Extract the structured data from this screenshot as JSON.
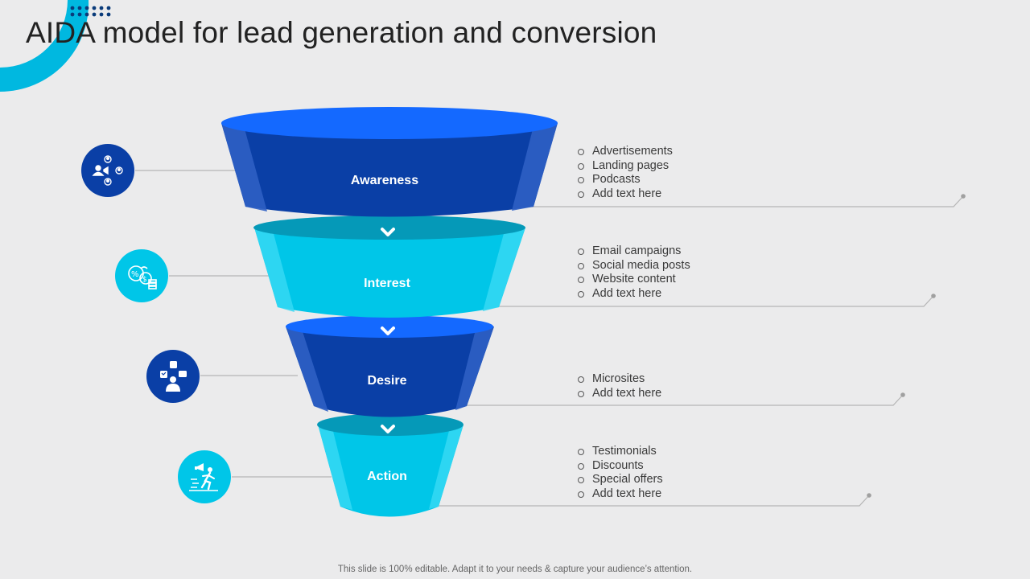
{
  "title": "AIDA model for lead generation and conversion",
  "stages": [
    {
      "label": "Awareness",
      "icon": "users-network-icon",
      "items": [
        "Advertisements",
        "Landing pages",
        "Podcasts",
        "Add text here"
      ]
    },
    {
      "label": "Interest",
      "icon": "money-bag-percent-icon",
      "items": [
        "Email campaigns",
        "Social media posts",
        "Website content",
        "Add text here"
      ]
    },
    {
      "label": "Desire",
      "icon": "person-preferences-icon",
      "items": [
        "Microsites",
        "Add text here"
      ]
    },
    {
      "label": "Action",
      "icon": "running-person-megaphone-icon",
      "items": [
        "Testimonials",
        "Discounts",
        "Special offers",
        "Add text here"
      ]
    }
  ],
  "footer": "This slide is 100% editable. Adapt it to your needs & capture your audience’s attention.",
  "colors": {
    "dark_blue": "#0a3fa6",
    "bright_blue": "#1469ff",
    "cyan": "#00c6e8",
    "teal": "#0599b8",
    "background": "#ebebec"
  }
}
